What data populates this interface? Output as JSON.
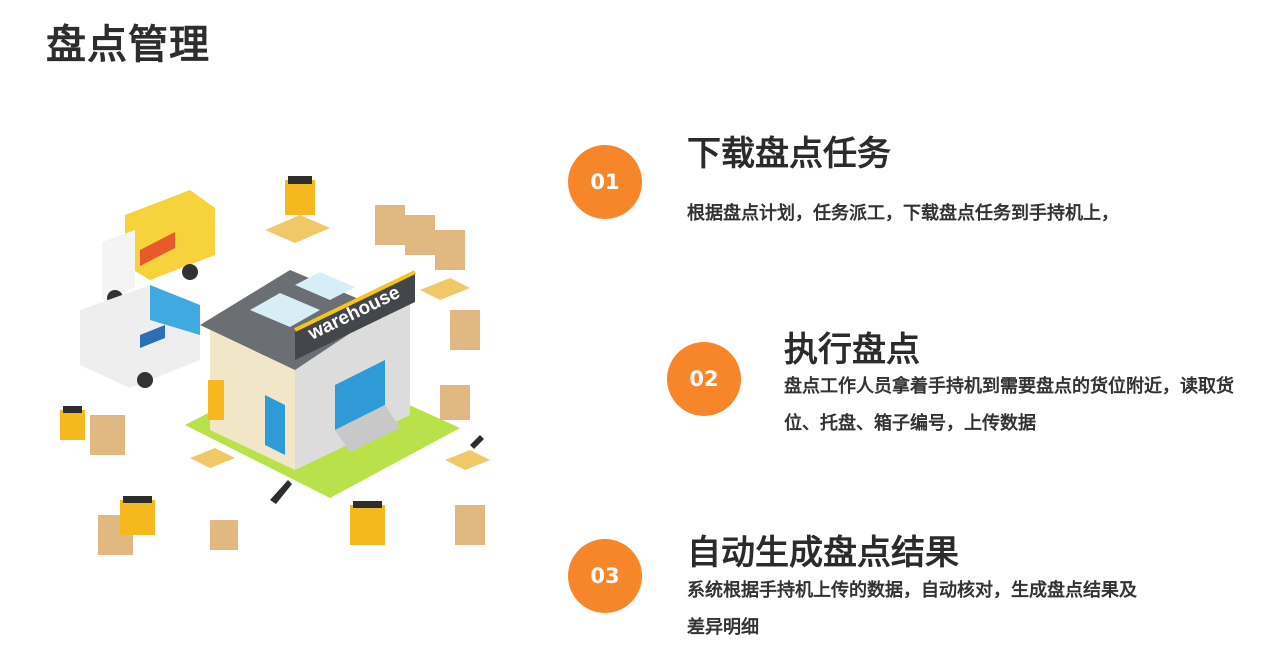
{
  "page": {
    "title": "盘点管理"
  },
  "illustration": {
    "sign_text": "warehouse"
  },
  "steps": [
    {
      "number": "01",
      "title": "下载盘点任务",
      "desc": "根据盘点计划，任务派工，下载盘点任务到手持机上，"
    },
    {
      "number": "02",
      "title": "执行盘点",
      "desc": "盘点工作人员拿着手持机到需要盘点的货位附近，读取货位、托盘、箱子编号，上传数据"
    },
    {
      "number": "03",
      "title": "自动生成盘点结果",
      "desc": "系统根据手持机上传的数据，自动核对，生成盘点结果及差异明细"
    }
  ],
  "colors": {
    "accent": "#f7862a",
    "text": "#2b2b2b"
  }
}
